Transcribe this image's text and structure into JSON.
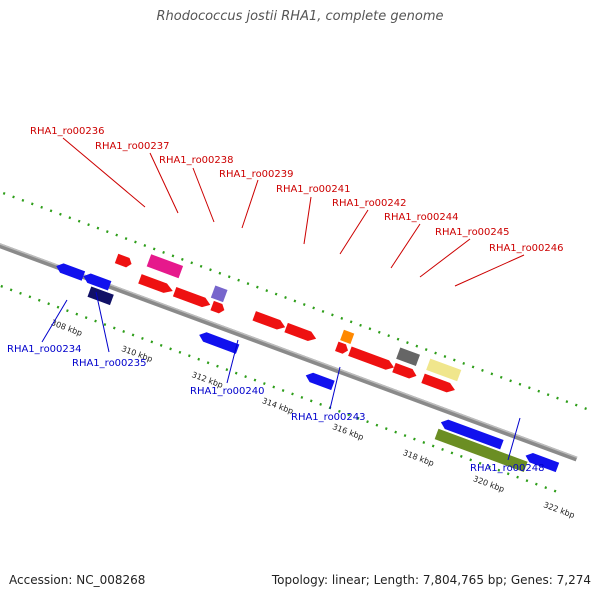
{
  "title": "Rhodococcus jostii RHA1, complete genome",
  "accession": "Accession: NC_008268",
  "summary": "Topology: linear; Length: 7,804,765 bp; Genes: 7,274",
  "colors": {
    "backbone": "#8a8a8a",
    "tick": "#2e9e1a",
    "forward_label": "#cc0000",
    "reverse_label": "#0000cc"
  },
  "scale_labels": [
    "308 kbp",
    "310 kbp",
    "312 kbp",
    "314 kbp",
    "316 kbp",
    "318 kbp",
    "320 kbp",
    "322 kbp"
  ],
  "forward_labels": [
    "RHA1_ro00236",
    "RHA1_ro00237",
    "RHA1_ro00238",
    "RHA1_ro00239",
    "RHA1_ro00241",
    "RHA1_ro00242",
    "RHA1_ro00244",
    "RHA1_ro00245",
    "RHA1_ro00246"
  ],
  "reverse_labels": [
    "RHA1_ro00234",
    "RHA1_ro00235",
    "RHA1_ro00240",
    "RHA1_ro00243",
    "RHA1_ro00248"
  ]
}
